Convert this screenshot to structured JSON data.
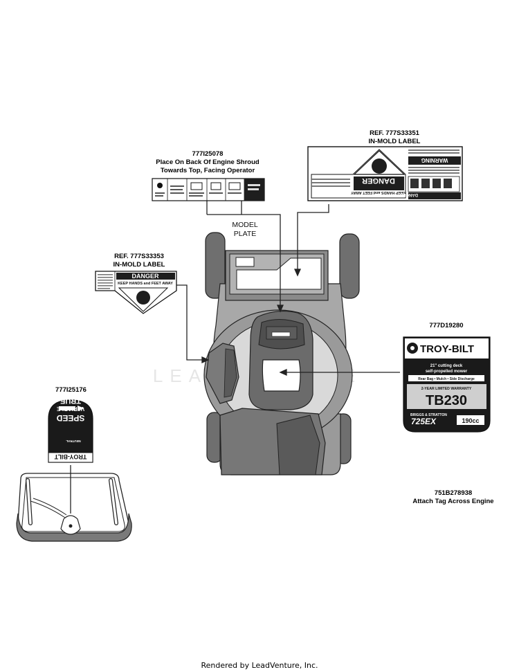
{
  "callouts": {
    "engine_shroud": {
      "part": "777I25078",
      "line1": "Place On Back Of Engine Shroud",
      "line2": "Towards Top, Facing Operator"
    },
    "inmold_right": {
      "ref": "REF. 777S33351",
      "label": "IN-MOLD LABEL"
    },
    "inmold_left": {
      "ref": "REF. 777S33353",
      "label": "IN-MOLD LABEL"
    },
    "tag": {
      "part": "777D19280"
    },
    "handle_label": {
      "part": "777I25176"
    },
    "engine_tag": {
      "part": "751B278938",
      "desc": "Attach Tag Across Engine"
    }
  },
  "model_plate": {
    "line1": "MODEL",
    "line2": "PLATE"
  },
  "danger_label": {
    "title": "DANGER",
    "subtitle": "KEEP HANDS and FEET AWAY"
  },
  "warning_label": {
    "warning": "WARNING",
    "danger": "DANGER",
    "subtitle": "KEEP HANDS and FEET AWAY",
    "danger_small": "DANGER"
  },
  "tag_label": {
    "brand": "TROY-BILT",
    "line1": "21\" cutting deck",
    "line2": "self-propelled mower",
    "features": "Rear Bag • Mulch • Side Discharge",
    "warranty": "2-YEAR LIMITED WARRANTY",
    "model": "TB230",
    "engine_brand": "BRIGGS & STRATTON",
    "engine_series": "725EX",
    "displacement": "190cc"
  },
  "speed_label": {
    "line1": "TRUE",
    "line2": "VARIABLE",
    "line3": "SPEED",
    "brand": "TROY-BILT",
    "neutral": "NEUTRAL"
  },
  "watermark": "LEADVENTURE",
  "footer": "Rendered by LeadVenture, Inc."
}
